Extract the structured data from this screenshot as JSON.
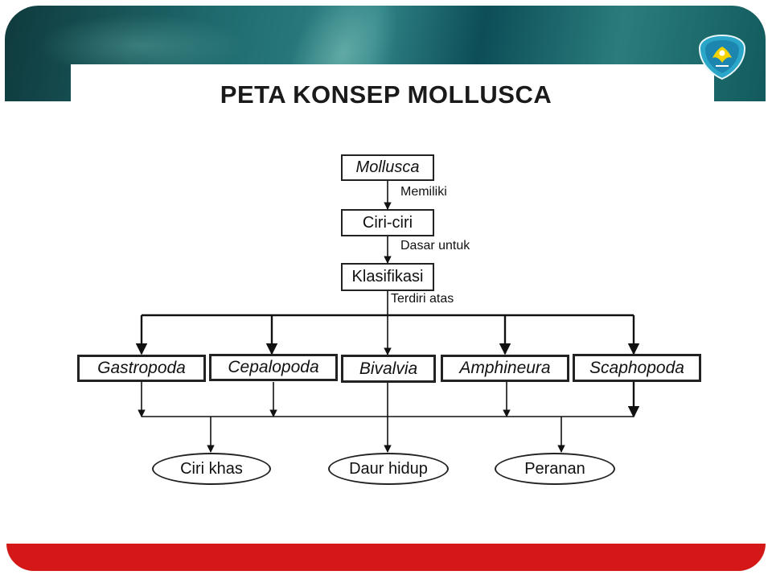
{
  "slide": {
    "title": "PETA KONSEP MOLLUSCA",
    "colors": {
      "header": "#1f6b6e",
      "footer": "#d41717",
      "ink": "#111111"
    }
  },
  "diagram": {
    "nodes": {
      "mollusca": "Mollusca",
      "ciri_ciri": "Ciri-ciri",
      "klasifikasi": "Klasifikasi",
      "gastropoda": "Gastropoda",
      "cepalopoda": "Cepalopoda",
      "bivalvia": "Bivalvia",
      "amphineura": "Amphineura",
      "scaphopoda": "Scaphopoda",
      "ciri_khas": "Ciri khas",
      "daur_hidup": "Daur hidup",
      "peranan": "Peranan"
    },
    "edge_labels": {
      "memiliki": "Memiliki",
      "dasar_untuk": "Dasar untuk",
      "terdiri_atas": "Terdiri atas"
    }
  }
}
